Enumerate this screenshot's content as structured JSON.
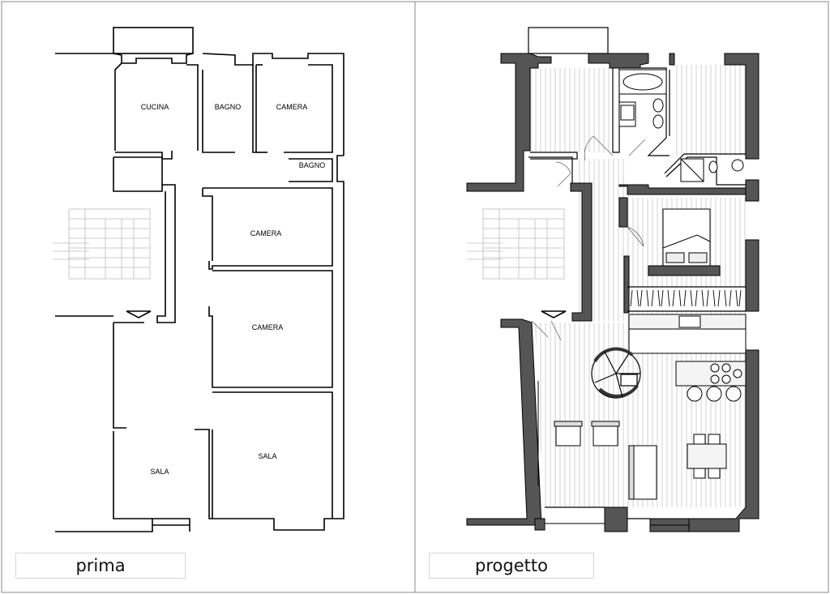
{
  "panels": {
    "before": {
      "caption": "prima",
      "rooms": {
        "cucina": "CUCINA",
        "bagno_top": "BAGNO",
        "camera_top": "CAMERA",
        "bagno_small": "BAGNO",
        "camera_mid": "CAMERA",
        "camera_low": "CAMERA",
        "sala_left": "SALA",
        "sala_right": "SALA"
      }
    },
    "after": {
      "caption": "progetto"
    }
  },
  "colors": {
    "wall_new": "#555555",
    "line": "#000000",
    "stair_line": "#bbbbbb",
    "floor_hatch": "#d0d0d0",
    "frame": "#8a8a8a",
    "caption_border": "#d6d6d6"
  }
}
